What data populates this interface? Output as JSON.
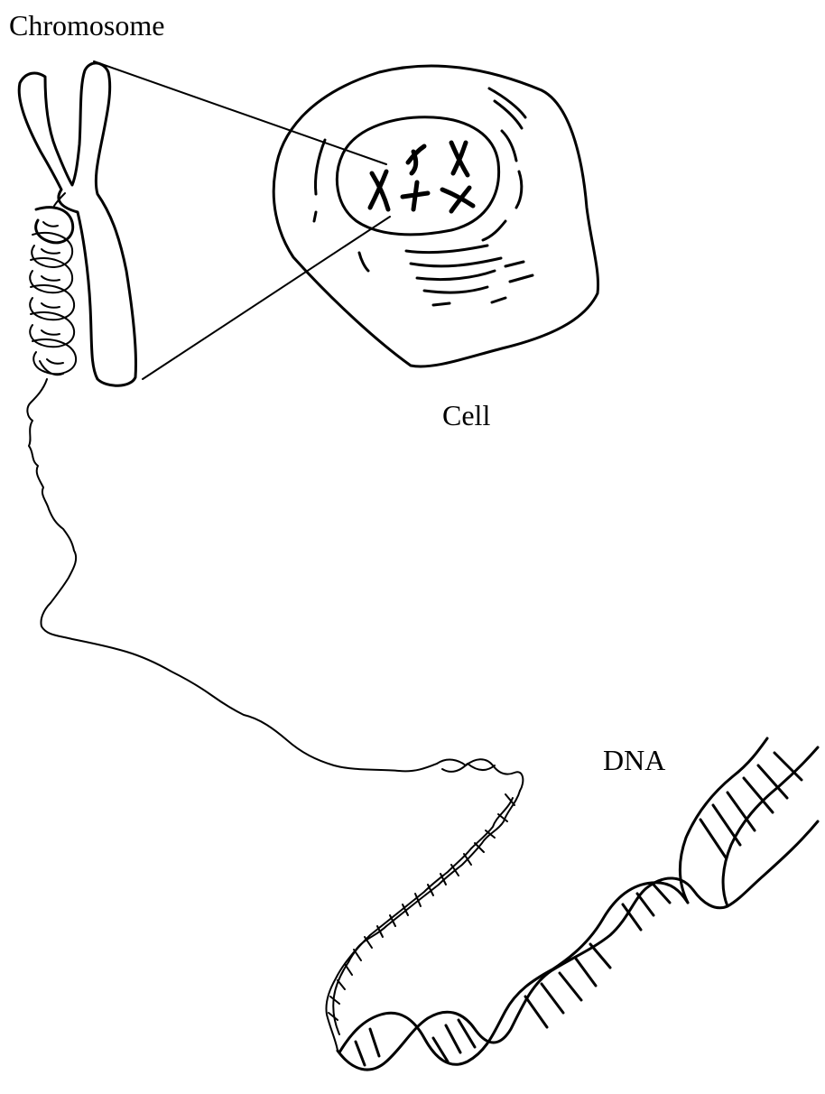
{
  "labels": {
    "chromosome": "Chromosome",
    "cell": "Cell",
    "dna": "DNA"
  },
  "colors": {
    "ink": "#000000",
    "background": "#ffffff"
  }
}
